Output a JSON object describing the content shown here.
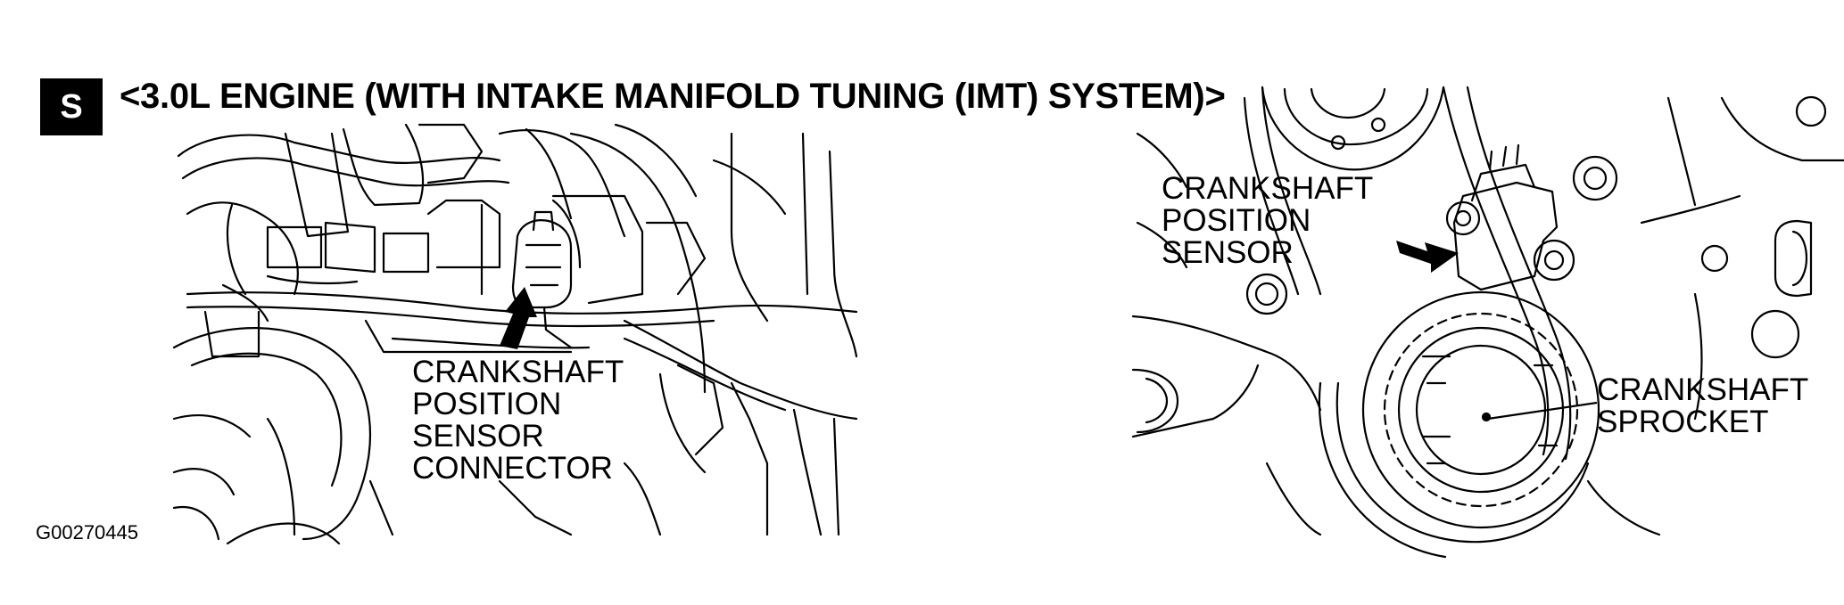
{
  "header": {
    "badge_letter": "S",
    "title": "<3.0L ENGINE (WITH INTAKE MANIFOLD TUNING (IMT) SYSTEM)>"
  },
  "left_panel": {
    "callout_lines": [
      "CRANKSHAFT",
      "POSITION",
      "SENSOR",
      "CONNECTOR"
    ]
  },
  "right_panel": {
    "sensor_callout_lines": [
      "CRANKSHAFT",
      "POSITION",
      "SENSOR"
    ],
    "sprocket_callout_lines": [
      "CRANKSHAFT",
      "SPROCKET"
    ]
  },
  "figure_id": "G00270445"
}
